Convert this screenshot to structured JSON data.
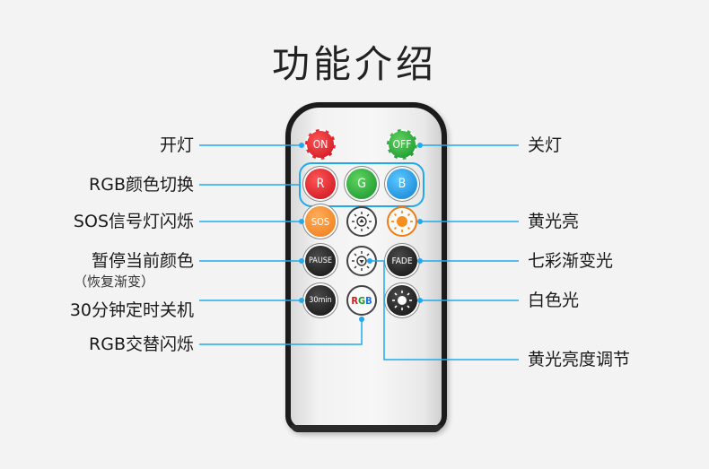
{
  "title": "功能介绍",
  "remote": {
    "buttons": {
      "on": "ON",
      "off": "OFF",
      "r": "R",
      "g": "G",
      "b": "B",
      "sos": "SOS",
      "pause": "PAUSE",
      "fade": "FADE",
      "timer": "30min",
      "rgb": "RGB"
    }
  },
  "labels": {
    "left": {
      "light_on": "开灯",
      "rgb_switch": "RGB颜色切换",
      "sos_flash": "SOS信号灯闪烁",
      "pause_color": "暂停当前颜色",
      "pause_color_note": "（恢复渐变）",
      "timer_off": "30分钟定时关机",
      "rgb_alternate": "RGB交替闪烁"
    },
    "right": {
      "light_off": "关灯",
      "yellow_light": "黄光亮",
      "rainbow_fade": "七彩渐变光",
      "white_light": "白色光",
      "yellow_brightness": "黄光亮度调节"
    }
  },
  "colors": {
    "callout_line": "#22a9ec",
    "on_button": "#c8101b",
    "off_button": "#14912a",
    "blue_button": "#0d7fd1",
    "orange_button": "#f07a14"
  }
}
